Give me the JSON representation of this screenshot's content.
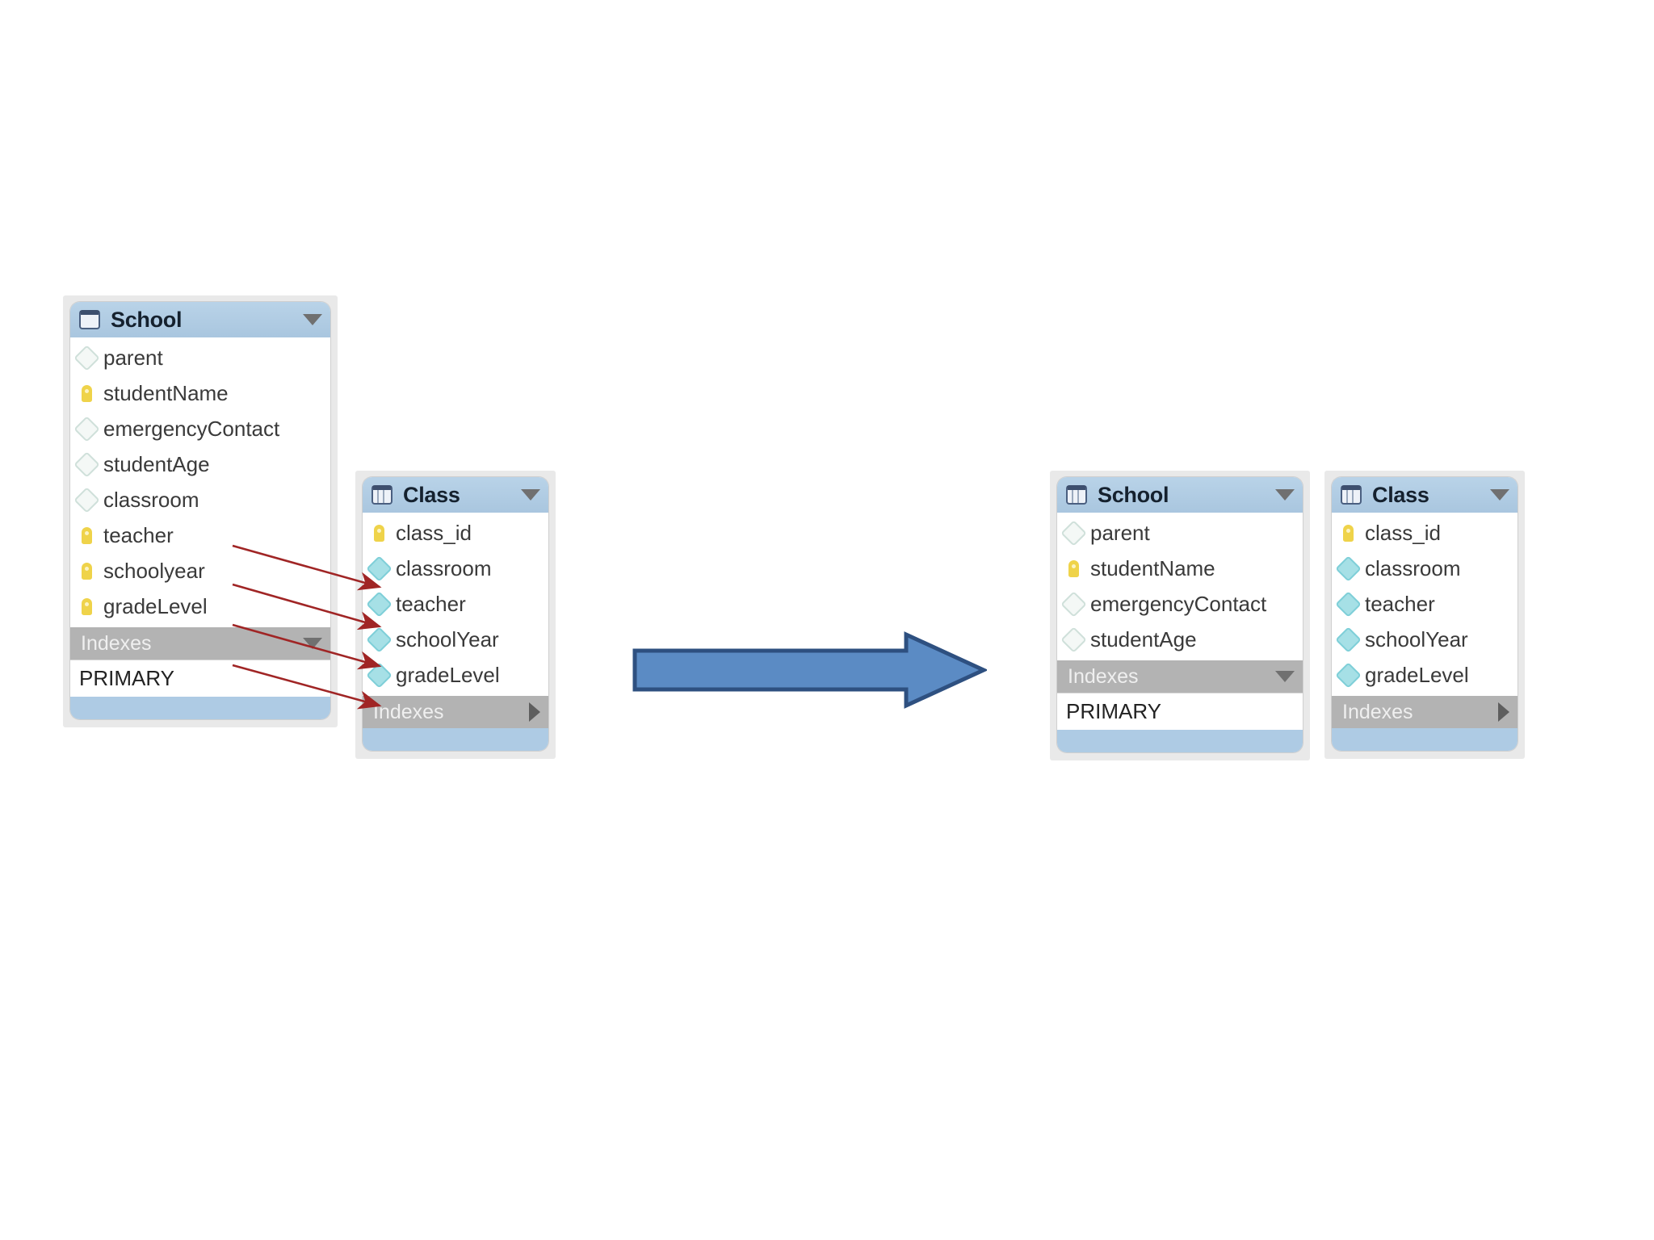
{
  "diagram": {
    "title_text": "",
    "before": {
      "tables": [
        {
          "name": "School",
          "icon": "table-plain-icon",
          "collapse_toggle": "chevron-down-icon",
          "fields": [
            {
              "label": "parent",
              "icon": "diamond-pale-icon"
            },
            {
              "label": "studentName",
              "icon": "key-yellow-icon"
            },
            {
              "label": "emergencyContact",
              "icon": "diamond-pale-icon"
            },
            {
              "label": "studentAge",
              "icon": "diamond-pale-icon"
            },
            {
              "label": "classroom",
              "icon": "diamond-pale-icon"
            },
            {
              "label": "teacher",
              "icon": "key-yellow-icon"
            },
            {
              "label": "schoolyear",
              "icon": "key-yellow-icon"
            },
            {
              "label": "gradeLevel",
              "icon": "key-yellow-icon"
            }
          ],
          "indexes": {
            "label": "Indexes",
            "toggle_icon": "chevron-down-icon",
            "expanded": true,
            "entries": [
              "PRIMARY"
            ]
          }
        },
        {
          "name": "Class",
          "icon": "table-grid-icon",
          "collapse_toggle": "chevron-down-icon",
          "fields": [
            {
              "label": "class_id",
              "icon": "key-yellow-icon"
            },
            {
              "label": "classroom",
              "icon": "diamond-cyan-icon"
            },
            {
              "label": "teacher",
              "icon": "diamond-cyan-icon"
            },
            {
              "label": "schoolYear",
              "icon": "diamond-cyan-icon"
            },
            {
              "label": "gradeLevel",
              "icon": "diamond-cyan-icon"
            }
          ],
          "indexes": {
            "label": "Indexes",
            "toggle_icon": "chevron-right-icon",
            "expanded": false,
            "entries": []
          }
        }
      ],
      "mappings": [
        {
          "from": "School.classroom",
          "to": "Class.classroom"
        },
        {
          "from": "School.teacher",
          "to": "Class.teacher"
        },
        {
          "from": "School.schoolyear",
          "to": "Class.schoolYear"
        },
        {
          "from": "School.gradeLevel",
          "to": "Class.gradeLevel"
        }
      ]
    },
    "transition": {
      "icon": "right-arrow-icon",
      "fill_color": "#5b8bc4",
      "stroke_color": "#2e5080"
    },
    "after": {
      "tables": [
        {
          "name": "School",
          "icon": "table-plain-icon",
          "collapse_toggle": "chevron-down-icon",
          "fields": [
            {
              "label": "parent",
              "icon": "diamond-pale-icon"
            },
            {
              "label": "studentName",
              "icon": "key-yellow-icon"
            },
            {
              "label": "emergencyContact",
              "icon": "diamond-pale-icon"
            },
            {
              "label": "studentAge",
              "icon": "diamond-pale-icon"
            }
          ],
          "indexes": {
            "label": "Indexes",
            "toggle_icon": "chevron-down-icon",
            "expanded": true,
            "entries": [
              "PRIMARY"
            ]
          }
        },
        {
          "name": "Class",
          "icon": "table-grid-icon",
          "collapse_toggle": "chevron-down-icon",
          "fields": [
            {
              "label": "class_id",
              "icon": "key-yellow-icon"
            },
            {
              "label": "classroom",
              "icon": "diamond-cyan-icon"
            },
            {
              "label": "teacher",
              "icon": "diamond-cyan-icon"
            },
            {
              "label": "schoolYear",
              "icon": "diamond-cyan-icon"
            },
            {
              "label": "gradeLevel",
              "icon": "diamond-cyan-icon"
            }
          ],
          "indexes": {
            "label": "Indexes",
            "toggle_icon": "chevron-right-icon",
            "expanded": false,
            "entries": []
          }
        }
      ]
    },
    "colors": {
      "header_blue": "#aecbe4",
      "index_grey": "#b3b3b3",
      "connector_red": "#a02525",
      "key_yellow": "#efd34a",
      "diamond_cyan": "#a6e0e6"
    }
  }
}
